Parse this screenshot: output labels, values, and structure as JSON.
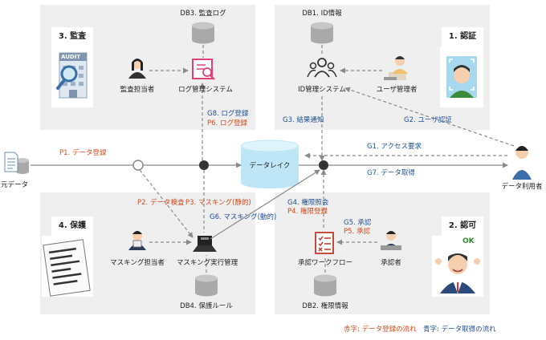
{
  "zones": {
    "audit": "3. 監査",
    "auth": "1. 認証",
    "protect": "4. 保護",
    "authz": "2. 認可"
  },
  "databases": {
    "db3": "DB3. 監査ログ",
    "db1": "DB1. ID情報",
    "db4": "DB4. 保護ルール",
    "db2": "DB2. 権限情報",
    "lake": "データレイク",
    "source": "元データ"
  },
  "actors": {
    "auditor": "監査担当者",
    "user_admin": "ユーザ管理者",
    "masking_admin": "マスキング担当者",
    "approver": "承認者",
    "data_user": "データ利用者"
  },
  "systems": {
    "log_mgmt": "ログ管理システム",
    "id_mgmt": "ID管理システム",
    "masking_exec": "マスキング実行管理",
    "approval_wf": "承認ワークフロー"
  },
  "icons": {
    "audit_badge": "AUDIT",
    "ok_badge": "OK"
  },
  "flows": {
    "g8": "G8. ログ登録",
    "p6": "P6. ログ登録",
    "g3": "G3. 結果通知",
    "g2": "G2. ユーザ認証",
    "p1": "P1. データ登録",
    "g1": "G1. アクセス要求",
    "g7": "G7. データ取得",
    "p2": "P2. データ検査",
    "p3": "P3. マスキング(静的)",
    "g6": "G6. マスキング(動的)",
    "g4": "G4. 権限照会",
    "p4": "P4. 権限登録",
    "g5": "G5. 承認",
    "p5": "P5. 承認"
  },
  "legend": {
    "red": "赤字: データ登録の流れ",
    "blue": "青字: データ取得の流れ"
  },
  "colors": {
    "zone_bg": "#efefef",
    "db_gray": "#a9a9a9",
    "lake_cyan": "#bfe6f7",
    "red_text": "#d04a1c",
    "blue_text": "#1f4f9a",
    "arrow": "#8a8a8a"
  }
}
